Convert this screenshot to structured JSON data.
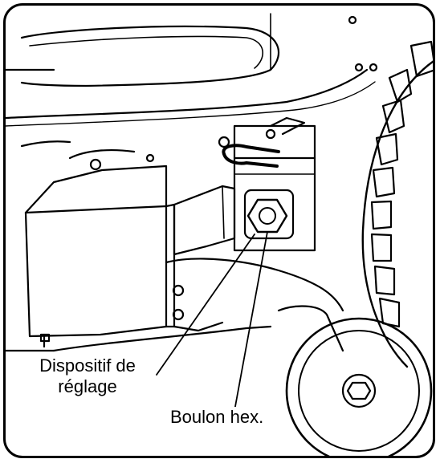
{
  "labels": {
    "adjustment_device_line1": "Dispositif de",
    "adjustment_device_line2": "réglage",
    "hex_bolt": "Boulon hex."
  }
}
